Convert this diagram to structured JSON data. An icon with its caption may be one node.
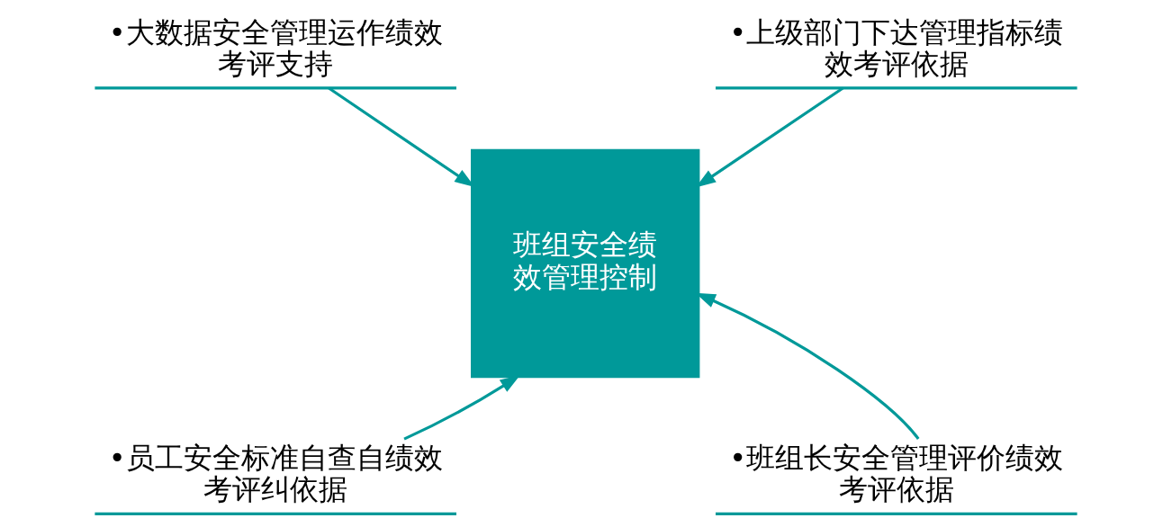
{
  "diagram": {
    "nodes": [
      {
        "text": [
          "•大数据安全管理运作绩效考评支持"
        ]
      },
      {
        "text": [
          "•上级部门下达管理指标绩效考评依据"
        ]
      },
      {
        "text": [
          "班组安全绩效管理控制"
        ]
      },
      {
        "text": [
          "•员工安全标准自查自绩效考评纠依据"
        ]
      },
      {
        "text": [
          "•班组长安全管理评价绩效考评依据"
        ]
      }
    ],
    "edges": [
      {
        "from": 0,
        "to": 2,
        "arrow": "to"
      },
      {
        "from": 1,
        "to": 2,
        "arrow": "to"
      },
      {
        "from": 3,
        "to": 2,
        "arrow": "to"
      },
      {
        "from": 4,
        "to": 2,
        "arrow": "to"
      }
    ]
  }
}
